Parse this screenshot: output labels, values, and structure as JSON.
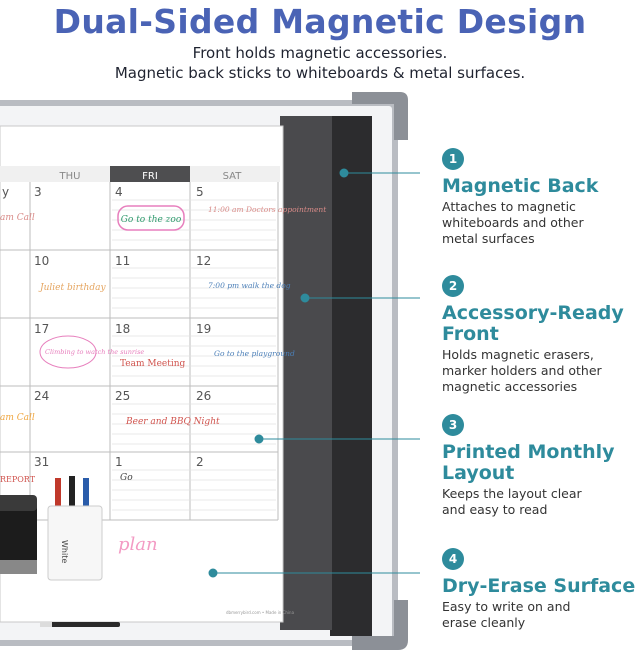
{
  "header": {
    "title": "Dual-Sided Magnetic Design",
    "line1": "Front holds magnetic accessories.",
    "line2": "Magnetic back sticks to whiteboards & metal surfaces."
  },
  "calendar": {
    "days": [
      "THU",
      "FRI",
      "SAT"
    ],
    "row1": {
      "thu": "3",
      "fri": "4",
      "sat": "5",
      "partial_left": "y",
      "note_fri": "Go to the zoo",
      "note_sat": "11:00 am Doctors appointment",
      "note_left": "am Call"
    },
    "row2": {
      "thu": "10",
      "fri": "11",
      "sat": "12",
      "note_thu": "Juliet birthday",
      "note_sat": "7:00 pm walk the dog"
    },
    "row3": {
      "thu": "17",
      "fri": "18",
      "sat": "19",
      "note_thu": "Climbing to watch the sunrise",
      "note_fri": "Team Meeting",
      "note_sat": "Go to the playground"
    },
    "row4": {
      "thu": "24",
      "fri": "25",
      "sat": "26",
      "note_fri": "Beer and BBQ Night",
      "note_left": "am Call"
    },
    "row5": {
      "thu": "31",
      "fri": "1",
      "sat": "2",
      "note_fri": "Go",
      "note_left": "REPORT"
    },
    "notes_area": "plan",
    "footer_print": "dbmerrybird.com • Made in China"
  },
  "accessories": {
    "marker_label": "White"
  },
  "features": [
    {
      "number": "1",
      "title": "Magnetic Back",
      "desc_lines": [
        "Attaches to magnetic",
        "whiteboards and other",
        "metal surfaces"
      ]
    },
    {
      "number": "2",
      "title_lines": [
        "Accessory-Ready",
        "Front"
      ],
      "desc_lines": [
        "Holds magnetic erasers,",
        "marker holders and other",
        "magnetic accessories"
      ]
    },
    {
      "number": "3",
      "title_lines": [
        "Printed Monthly",
        "Layout"
      ],
      "desc_lines": [
        "Keeps the layout clear",
        "and easy to read"
      ]
    },
    {
      "number": "4",
      "title": "Dry-Erase Surface",
      "desc_lines": [
        "Easy to write on and",
        "erase cleanly"
      ]
    }
  ],
  "colors": {
    "title": "#4a63b5",
    "accent": "#2e8b9c",
    "text": "#333333",
    "frame": "#b9bcc2",
    "dark_sheet": "#2c2c2e"
  }
}
